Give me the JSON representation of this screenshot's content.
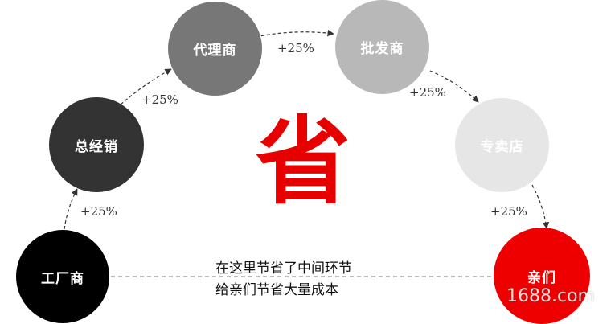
{
  "nodes": [
    {
      "id": "factory",
      "label": "工厂商",
      "fill": "#000000",
      "text_color": "#ffffff"
    },
    {
      "id": "general",
      "label": "总经销",
      "fill": "#333333",
      "text_color": "#ffffff"
    },
    {
      "id": "agent",
      "label": "代理商",
      "fill": "#777777",
      "text_color": "#ffffff"
    },
    {
      "id": "wholesaler",
      "label": "批发商",
      "fill": "#b8b8b8",
      "text_color": "#ffffff"
    },
    {
      "id": "store",
      "label": "专卖店",
      "fill": "#e6e6e6",
      "text_color": "#ffffff"
    },
    {
      "id": "customer",
      "label": "亲们",
      "fill": "#ee0000",
      "text_color": "#ffffff"
    }
  ],
  "markups": [
    "+25%",
    "+25%",
    "+25%",
    "+25%",
    "+25%"
  ],
  "center_char": "省",
  "caption_lines": [
    "在这里节省了中间环节",
    "给亲们节省大量成本"
  ],
  "watermark": "1688.com",
  "colors": {
    "accent": "#e60000",
    "connector": "#333333"
  }
}
